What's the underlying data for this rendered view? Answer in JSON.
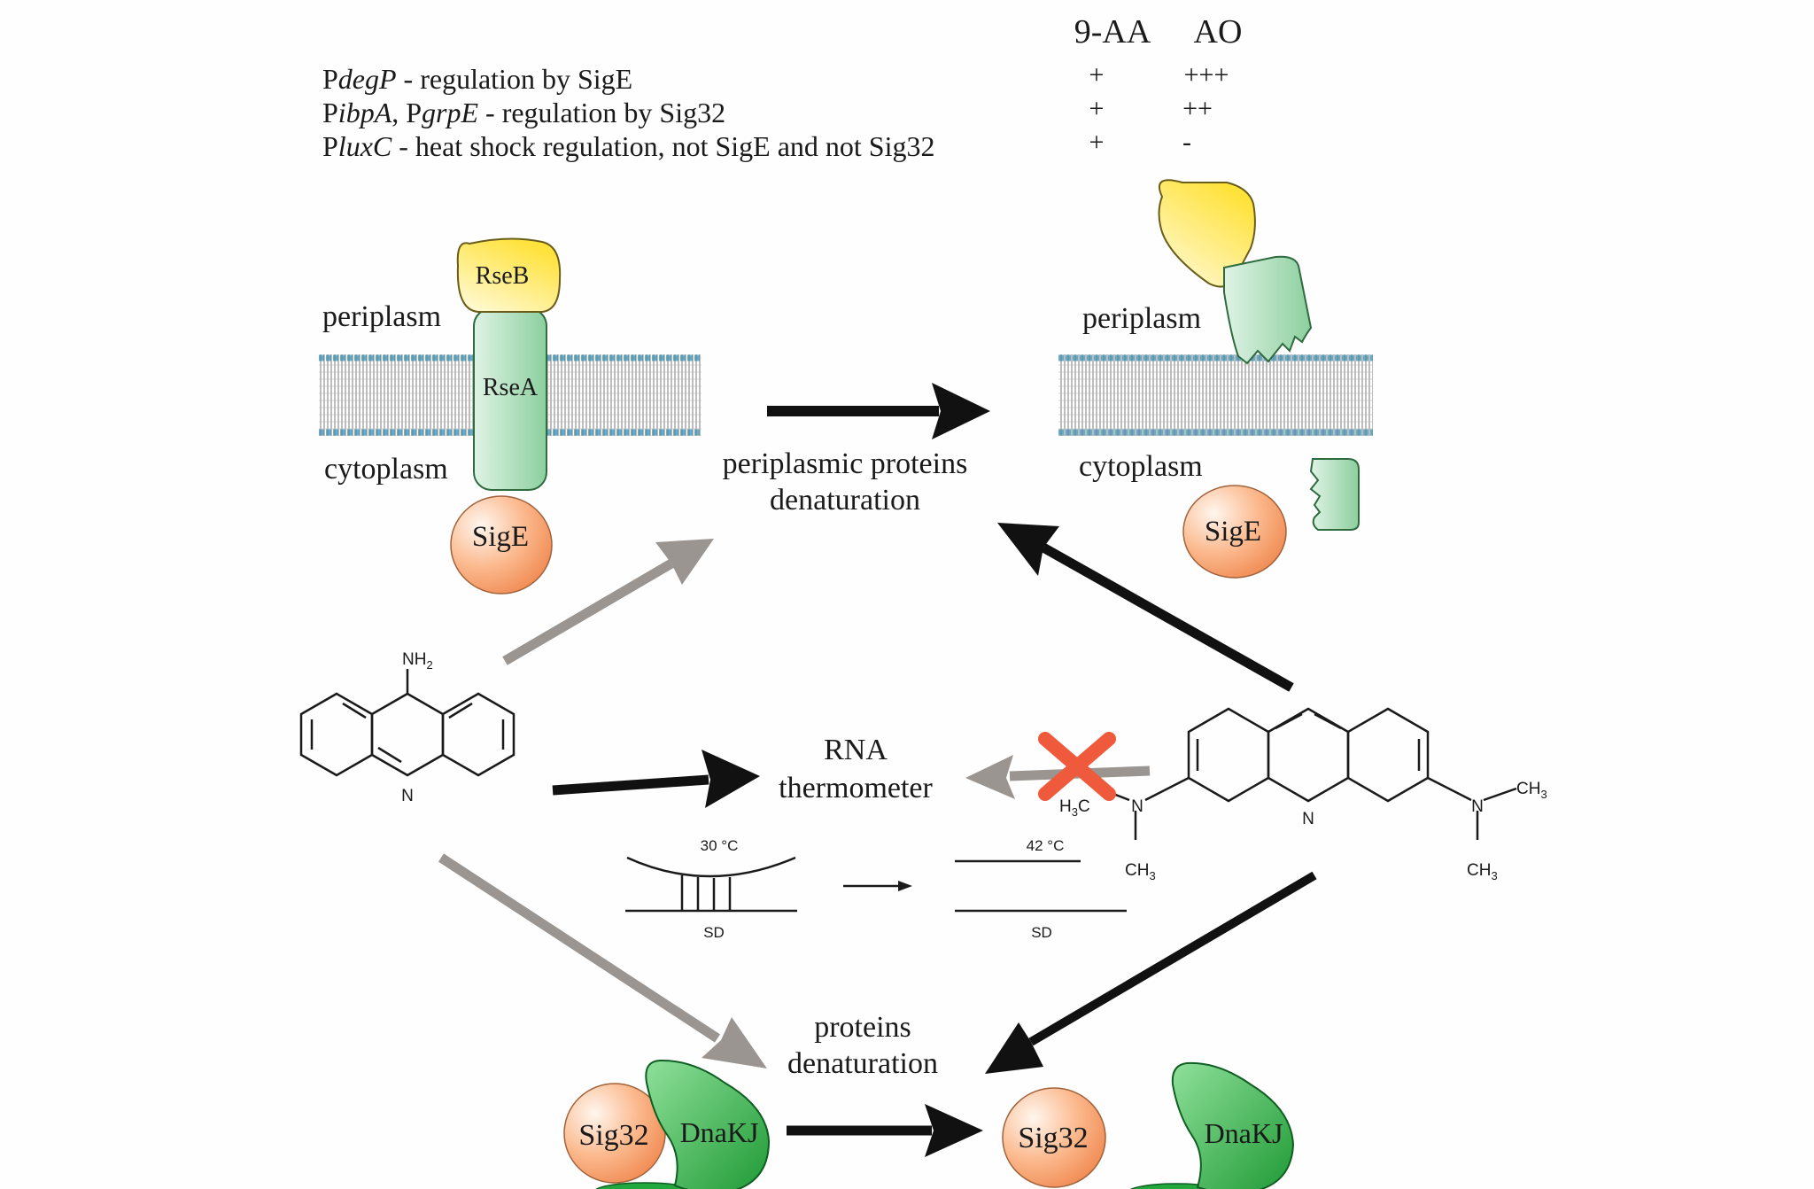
{
  "legend": {
    "rows": [
      {
        "prefix": "P",
        "gene": "degP",
        "sep": "",
        "prefix2": "",
        "gene2": "",
        "rest": " - regulation by SigE"
      },
      {
        "prefix": "P",
        "gene": "ibpA",
        "sep": ", ",
        "prefix2": "P",
        "gene2": "grpE",
        "rest": " - regulation by Sig32"
      },
      {
        "prefix": "P",
        "gene": "luxC",
        "sep": "",
        "prefix2": "",
        "gene2": "",
        "rest": " - heat shock regulation, not SigE and not Sig32"
      }
    ]
  },
  "response_table": {
    "headers": [
      "9-AA",
      "AO"
    ],
    "rows": [
      {
        "aa9": "+",
        "ao": "+++"
      },
      {
        "aa9": "+",
        "ao": "++"
      },
      {
        "aa9": "+",
        "ao": "-"
      }
    ]
  },
  "labels": {
    "periplasm": "periplasm",
    "cytoplasm": "cytoplasm",
    "rseb": "RseB",
    "rsea": "RseA",
    "sige": "SigE",
    "periplasmic_denaturation_1": "periplasmic proteins",
    "periplasmic_denaturation_2": "denaturation",
    "rna_thermometer_1": "RNA",
    "rna_thermometer_2": "thermometer",
    "proteins_denaturation_1": "proteins",
    "proteins_denaturation_2": "denaturation",
    "sig32": "Sig32",
    "dnakj": "DnaKJ",
    "temp_low": "30 °C",
    "temp_high": "42 °C",
    "sd": "SD",
    "nh2": "NH",
    "nh2_sub": "2",
    "ring_n": "N",
    "h3c": "H",
    "h3c_sub": "3",
    "h3c_end": "C",
    "ch3": "CH",
    "ch3_sub": "3"
  },
  "colors": {
    "black_arrow": "#111111",
    "gray_arrow": "#9a9590",
    "x_mark": "#f05a3c",
    "rseb_fill": "#ffe84d",
    "rsea_fill": "#a8dcb5",
    "sige_fill": "#f7a372",
    "dnakj_fill": "#2fb84a"
  }
}
